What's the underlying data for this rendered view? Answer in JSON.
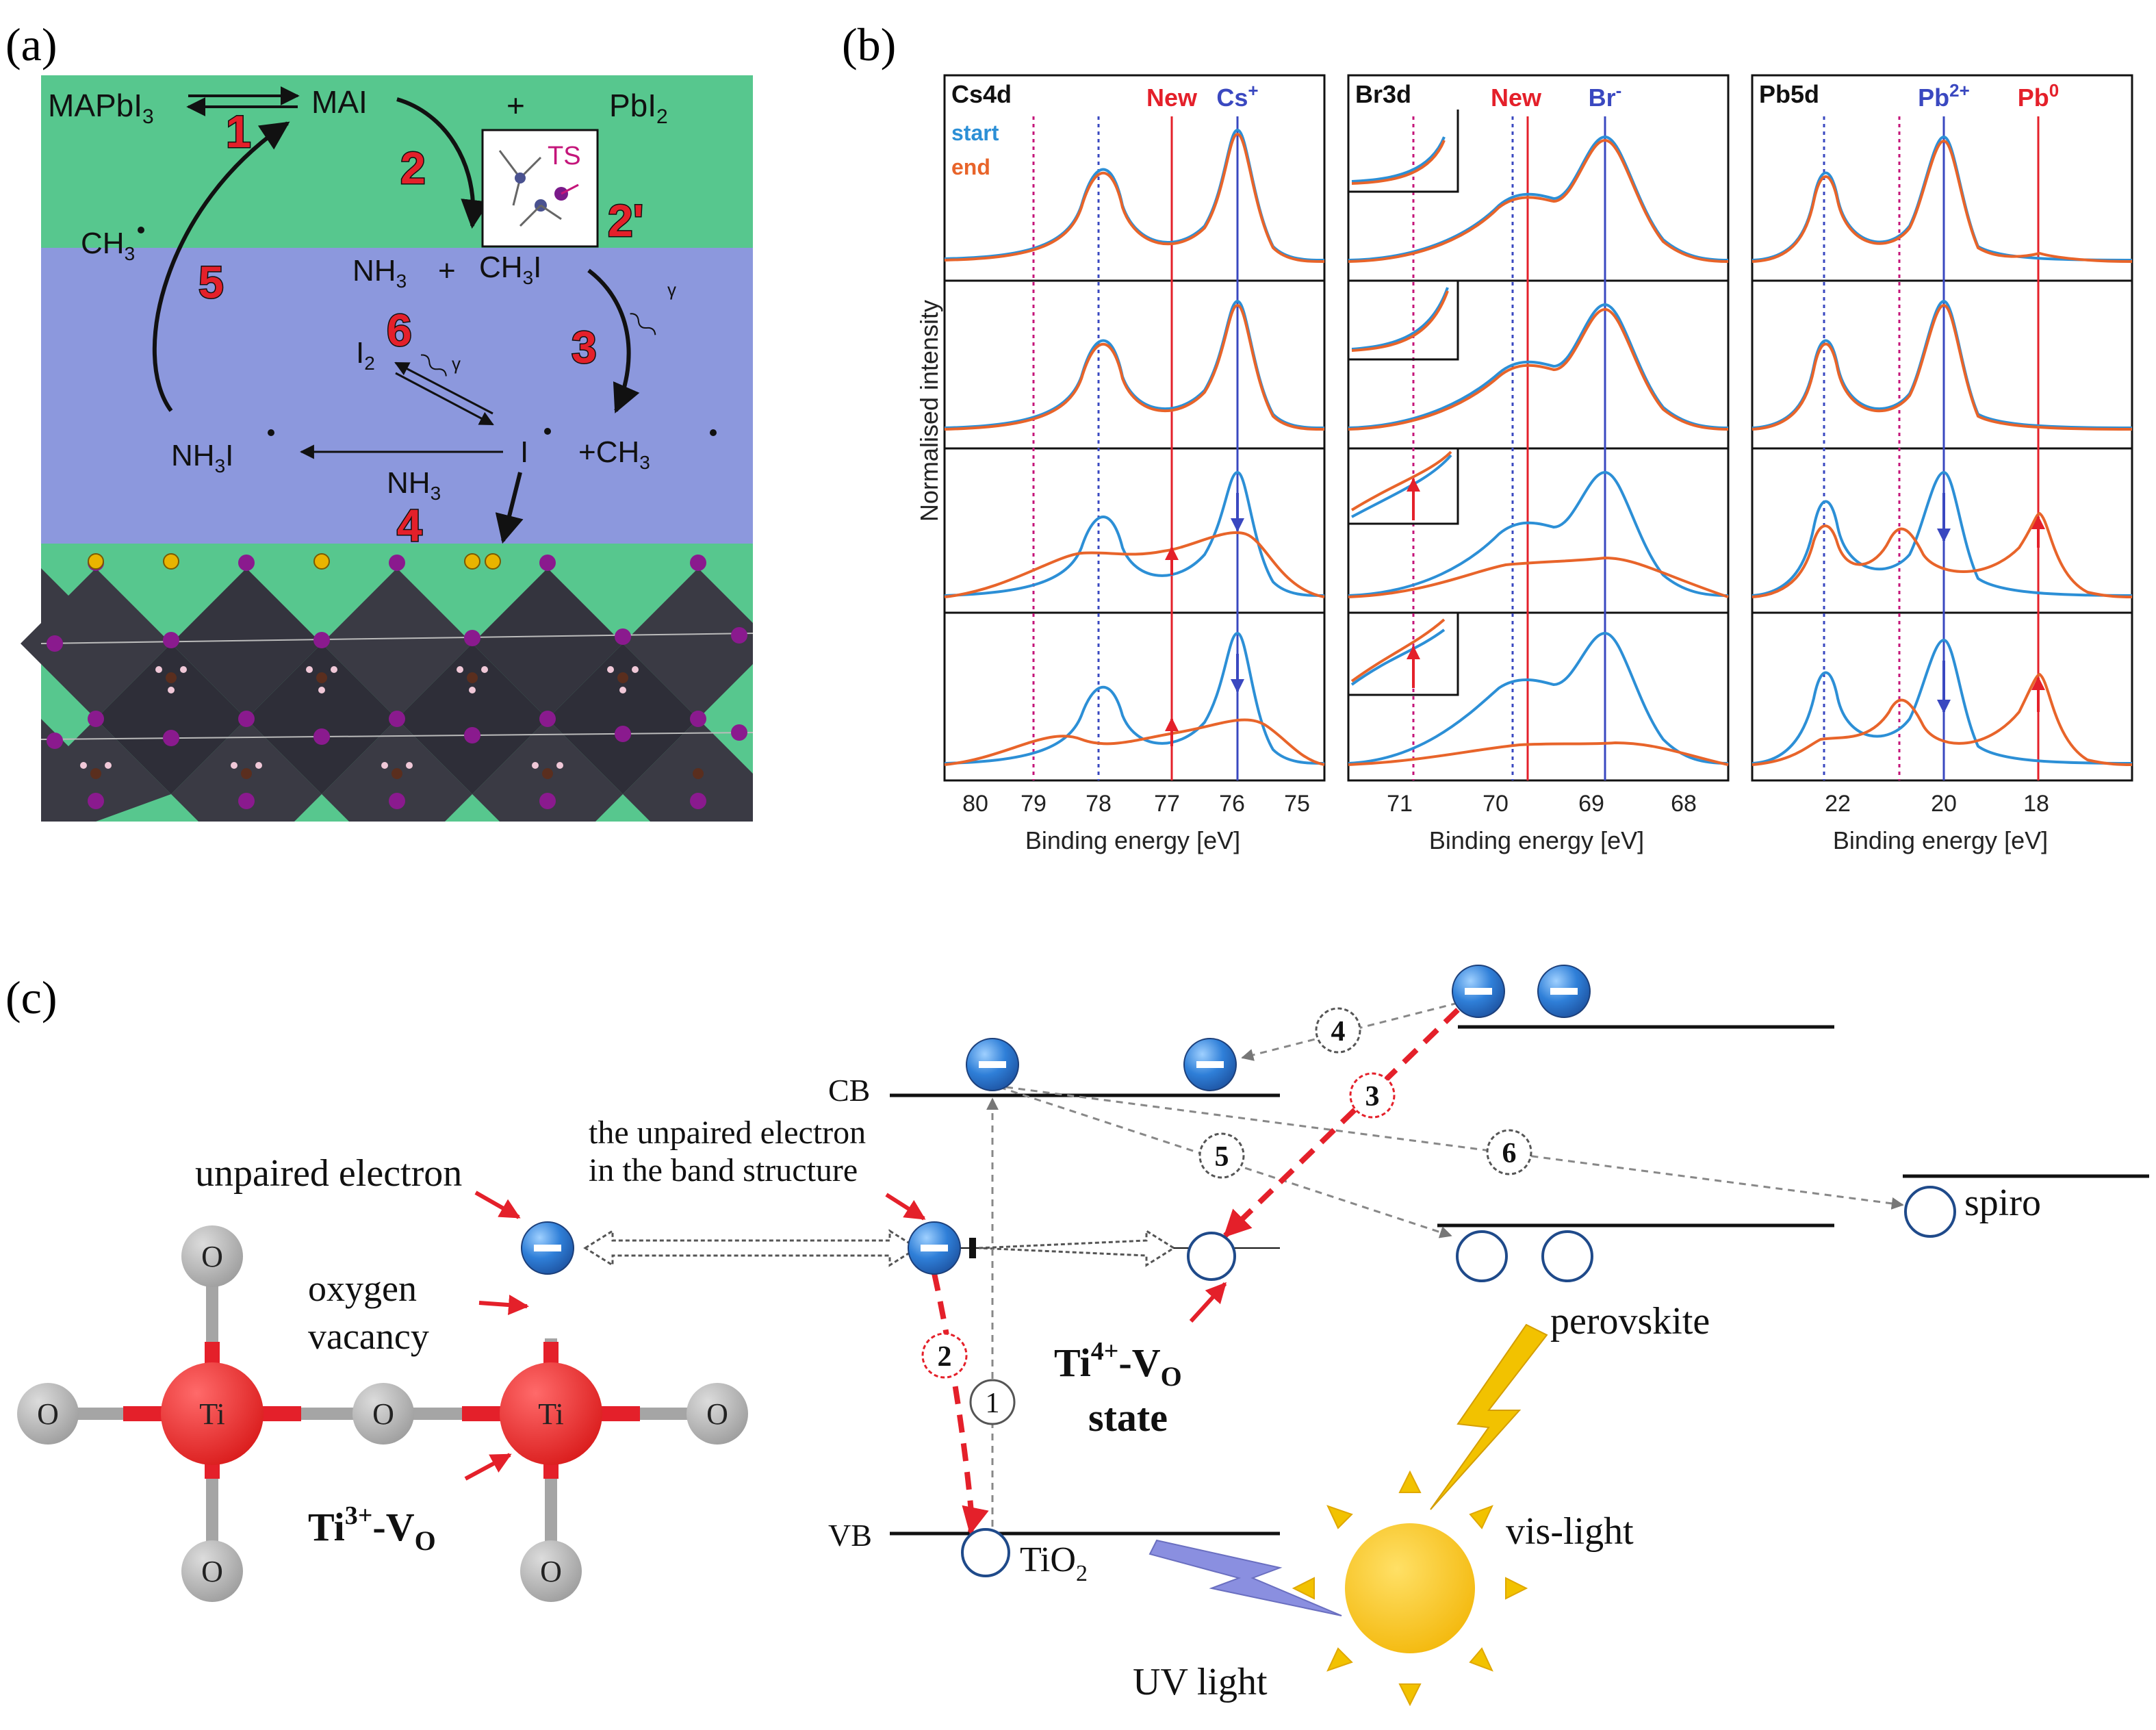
{
  "colors": {
    "green": "#57c78e",
    "blue": "#8c98dd",
    "red": "#e4202a",
    "blue_line": "#3a48c0",
    "magenta": "#c4157a",
    "orange": "#e8642a",
    "sky": "#2c8fd6",
    "dark": "#222222",
    "gray": "#a5a5a5",
    "crystal": "#3a3a44",
    "purple": "#8a1a8e",
    "yellow": "#e9b400"
  },
  "panel_a": {
    "label": "(a)",
    "species": {
      "mapbi": "MAPbI",
      "mapbi_sub": "3",
      "mai": "MAI",
      "plus": "+",
      "pbi": "PbI",
      "pbi_sub": "2",
      "ch3_left": "CH",
      "ch3_left_sub": "3",
      "nh3": "NH",
      "nh3_sub": "3",
      "ch3i": "CH",
      "ch3i_sub": "3",
      "ch3i_end": "I",
      "i2": "I",
      "i2_sub": "2",
      "nh3i": "NH",
      "nh3i_sub": "3",
      "nh3i_end": "I",
      "iodine": "I",
      "ch3_right": "+CH",
      "ch3_right_sub": "3",
      "nh3_bottom": "NH",
      "nh3_bottom_sub": "3",
      "ts": "TS",
      "gamma": "γ"
    },
    "steps": [
      "1",
      "2",
      "2'",
      "3",
      "4",
      "5",
      "6"
    ]
  },
  "panel_b": {
    "label": "(b)",
    "ylabel": "Normalised intensity",
    "xlabel": "Binding energy [eV]",
    "legend": {
      "start": "start",
      "end": "end"
    },
    "subpanels": [
      {
        "title": "Cs4d",
        "markers": [
          {
            "text": "New",
            "color": "red"
          },
          {
            "text": "Cs",
            "sup": "+",
            "color": "blue"
          }
        ],
        "ticks": [
          "80",
          "79",
          "78",
          "77",
          "76",
          "75"
        ]
      },
      {
        "title": "Br3d",
        "markers": [
          {
            "text": "New",
            "color": "red"
          },
          {
            "text": "Br",
            "sup": "-",
            "color": "blue"
          }
        ],
        "ticks": [
          "71",
          "70",
          "69",
          "68"
        ]
      },
      {
        "title": "Pb5d",
        "markers": [
          {
            "text": "Pb",
            "sup": "2+",
            "color": "blue"
          },
          {
            "text": "Pb",
            "sup": "0",
            "color": "red"
          }
        ],
        "ticks": [
          "22",
          "20",
          "18"
        ]
      }
    ]
  },
  "panel_c": {
    "label": "(c)",
    "labels": {
      "unpaired_electron": "unpaired electron",
      "oxygen_vacancy_1": "oxygen",
      "oxygen_vacancy_2": "vacancy",
      "ti3_main": "Ti",
      "ti3_sup": "3+",
      "ti3_tail": "-V",
      "ti3_sub": "O",
      "band_note_1": "the unpaired electron",
      "band_note_2": "in the band structure",
      "cb": "CB",
      "vb": "VB",
      "tio2": "TiO",
      "tio2_sub": "2",
      "ti4_main": "Ti",
      "ti4_sup": "4+",
      "ti4_tail": "-V",
      "ti4_sub": "O",
      "state": "state",
      "perovskite": "perovskite",
      "spiro": "spiro",
      "vis_light": "vis-light",
      "uv_light": "UV light",
      "o": "O",
      "ti": "Ti",
      "minus": "−"
    },
    "steps": [
      "1",
      "2",
      "3",
      "4",
      "5",
      "6"
    ]
  }
}
